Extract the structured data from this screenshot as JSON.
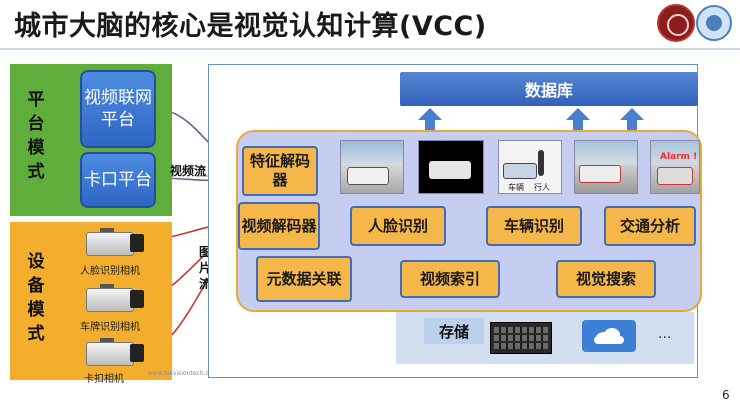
{
  "title": "城市大脑的核心是视觉认知计算(VCC)",
  "logos": [
    "university-seal-left",
    "university-seal-right"
  ],
  "platform_mode": {
    "label": "平台模式",
    "items": [
      "视频联网平台",
      "卡口平台"
    ]
  },
  "device_mode": {
    "label": "设备模式",
    "cameras": [
      "人脸识别相机",
      "车牌识别相机",
      "卡扣相机"
    ]
  },
  "flows": {
    "video": "视频流",
    "image": "图片流"
  },
  "database": "数据库",
  "core": {
    "feature_decoder": "特征解码器",
    "video_decoder": "视频解码器",
    "face_recognition": "人脸识别",
    "vehicle_recognition": "车辆识别",
    "traffic_analysis": "交通分析",
    "metadata_association": "元数据关联",
    "video_index": "视频索引",
    "visual_search": "视觉搜索"
  },
  "image_labels": {
    "vehicle": "车辆",
    "pedestrian": "行人",
    "alarm": "Alarm !"
  },
  "storage": {
    "label": "存储",
    "more": "..."
  },
  "watermark": "www.hikvisiontech.com",
  "page_number": "6",
  "colors": {
    "platform_green": "#5fae3c",
    "device_orange": "#f2ae2c",
    "blue_button": "#2f67c4",
    "core_fill": "#c5cdf0",
    "module_orange": "#f6b74a",
    "database_blue": "#3161b8",
    "storage_fill": "#d2dff1",
    "arrow_blue": "#4a7fd0",
    "connector_purple": "#7a5a8a",
    "camera_arrow_red": "#c0392b"
  }
}
